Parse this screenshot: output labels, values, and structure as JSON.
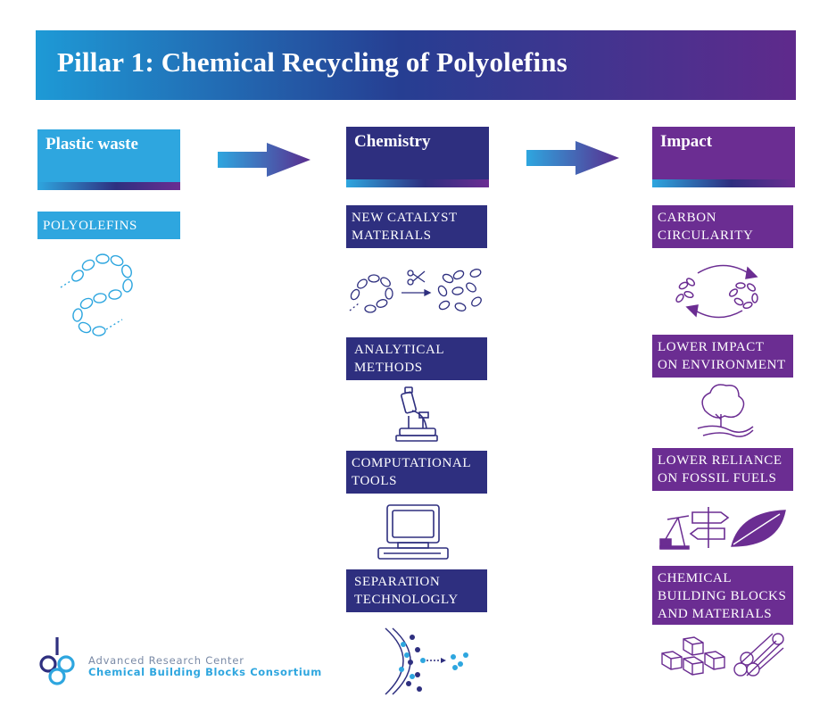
{
  "title": "Pillar 1: Chemical Recycling of Polyolefins",
  "columns": {
    "waste": {
      "heading": "Plastic waste",
      "items": [
        "POLYOLEFINS"
      ]
    },
    "chemistry": {
      "heading": "Chemistry",
      "items": [
        [
          "NEW CATALYST",
          "MATERIALS"
        ],
        [
          "ANALYTICAL",
          "METHODS"
        ],
        [
          "COMPUTATIONAL",
          "TOOLS"
        ],
        [
          "SEPARATION",
          "TECHNOLOGLY"
        ]
      ]
    },
    "impact": {
      "heading": "Impact",
      "items": [
        [
          "CARBON",
          "CIRCULARITY"
        ],
        [
          "LOWER IMPACT",
          "ON ENVIRONMENT"
        ],
        [
          "LOWER RELIANCE",
          "ON FOSSIL FUELS"
        ],
        [
          "CHEMICAL",
          "BUILDING BLOCKS",
          "AND MATERIALS"
        ]
      ]
    }
  },
  "logo": {
    "line1": "Advanced Research Center",
    "line2": "Chemical Building Blocks Consortium"
  },
  "colors": {
    "light_blue": "#2ea6df",
    "navy": "#2e2f7f",
    "purple": "#6b2d92"
  },
  "icons": {
    "polymer_chain": "polymer-chain-icon",
    "scissors_split": "catalyst-scissors-icon",
    "microscope": "microscope-icon",
    "computer": "computer-icon",
    "membrane": "separation-membrane-icon",
    "recycle": "circular-arrows-icon",
    "tree": "tree-icon",
    "oil_pump": "oil-pump-icon",
    "signpost": "signpost-icon",
    "leaf": "leaf-icon",
    "cubes": "cubes-icon",
    "pipes": "pipes-icon"
  }
}
